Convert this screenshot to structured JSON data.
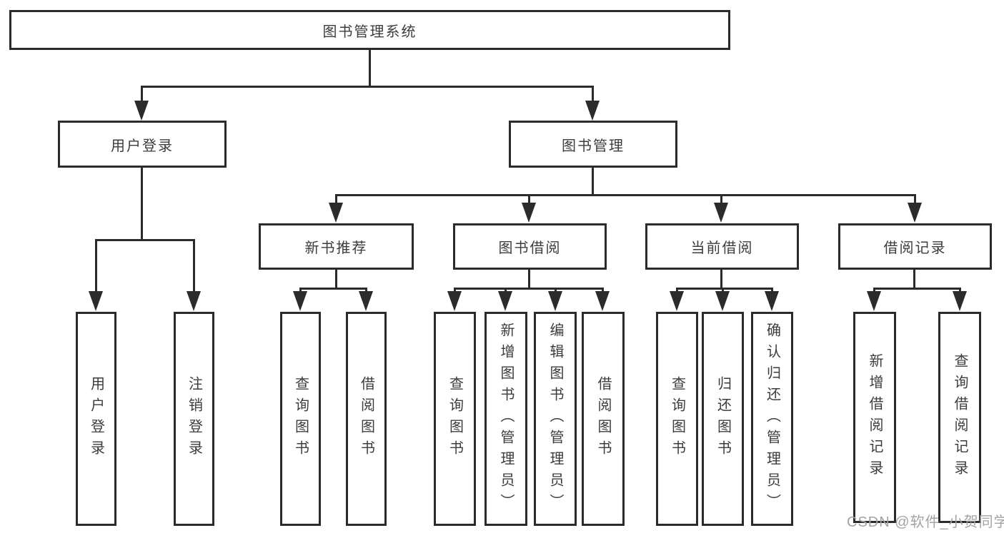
{
  "diagram": {
    "title": "图书管理系统",
    "root": {
      "label": "图书管理系统"
    },
    "level2": [
      {
        "label": "用户登录"
      },
      {
        "label": "图书管理"
      }
    ],
    "level3": [
      {
        "label": "新书推荐"
      },
      {
        "label": "图书借阅"
      },
      {
        "label": "当前借阅"
      },
      {
        "label": "借阅记录"
      }
    ],
    "leaves": {
      "user": [
        {
          "label": "用户登录"
        },
        {
          "label": "注销登录"
        }
      ],
      "recommend": [
        {
          "label": "查询图书"
        },
        {
          "label": "借阅图书"
        }
      ],
      "borrow": [
        {
          "label": "查询图书"
        },
        {
          "label": "新增图书（管理员）"
        },
        {
          "label": "编辑图书（管理员）"
        },
        {
          "label": "借阅图书"
        }
      ],
      "current": [
        {
          "label": "查询图书"
        },
        {
          "label": "归还图书"
        },
        {
          "label": "确认归还（管理员）"
        }
      ],
      "records": [
        {
          "label": "新增借阅记录"
        },
        {
          "label": "查询借阅记录"
        }
      ]
    }
  },
  "watermark": "CSDN @软件_小贺同学",
  "colors": {
    "line": "#2b2b2b",
    "text": "#3c3c3c",
    "watermark": "#a3a3a3",
    "background": "#ffffff"
  }
}
